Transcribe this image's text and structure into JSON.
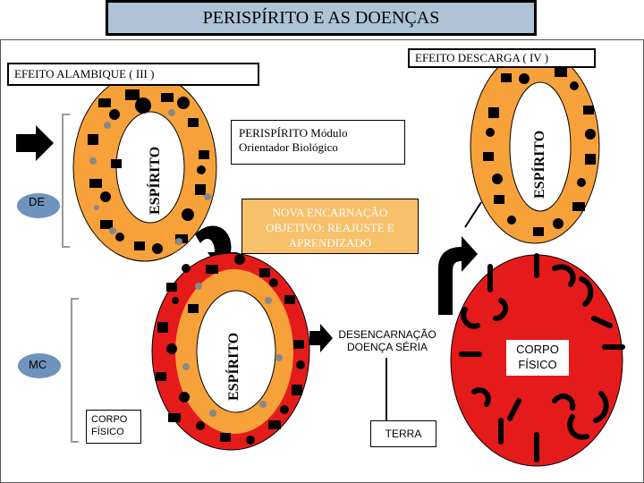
{
  "title": "PERISPÍRITO E AS DOENÇAS",
  "efeito_descarga": "EFEITO DESCARGA ( IV )",
  "efeito_alambique": "EFEITO ALAMBIQUE ( III )",
  "perispirito_modulo": [
    "PERISPÍRITO Módulo",
    "Orientador Biológico"
  ],
  "nova_encarnacao": [
    "NOVA ENCARNAÇÃO",
    "OBJETIVO: REAJUSTE E",
    "APRENDIZADO"
  ],
  "desencarnacao": [
    "DESENCARNAÇÃO",
    "DOENÇA SÉRIA"
  ],
  "terra": "TERRA",
  "corpo_fisico_left": [
    "CORPO",
    "FÍSICO"
  ],
  "corpo_fisico_right": [
    "CORPO",
    "FÍSICO"
  ],
  "espirito": "ESPÍRITO",
  "de": "DE",
  "mc": "MC",
  "colors": {
    "orange": "#f7a13a",
    "red": "#e51b1b",
    "title_bg": "#aec4d6",
    "nova_bg": "#f7c06a",
    "circle_blue": "#6e93bd"
  }
}
